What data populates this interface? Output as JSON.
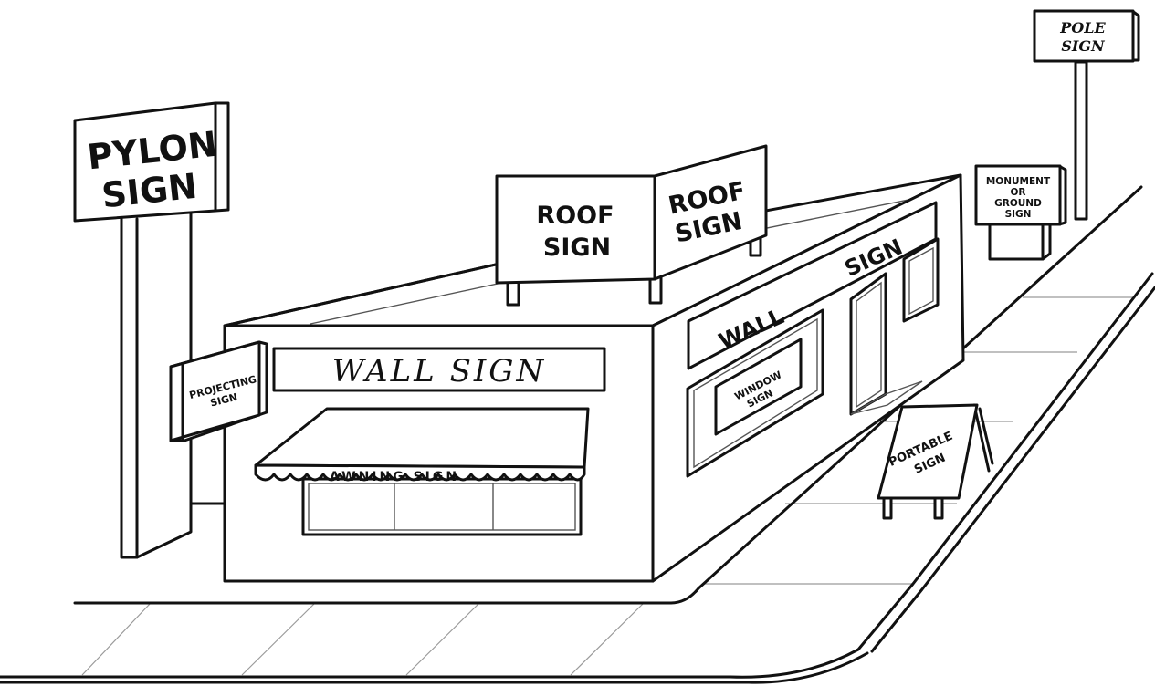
{
  "signs": {
    "pylon": [
      "PYLON",
      "SIGN"
    ],
    "pole": [
      "POLE",
      "SIGN"
    ],
    "roof_front": [
      "ROOF",
      "SIGN"
    ],
    "roof_side": [
      "ROOF",
      "SIGN"
    ],
    "monument": [
      "MONUMENT",
      "OR",
      "GROUND",
      "SIGN"
    ],
    "wall_front": "WALL SIGN",
    "wall_side_wall": "WALL",
    "wall_side_sign": "SIGN",
    "projecting": [
      "PROJECTING",
      "SIGN"
    ],
    "window": [
      "WINDOW",
      "SIGN"
    ],
    "awning": "AWNING SIGN",
    "portable": [
      "PORTABLE",
      "SIGN"
    ]
  }
}
